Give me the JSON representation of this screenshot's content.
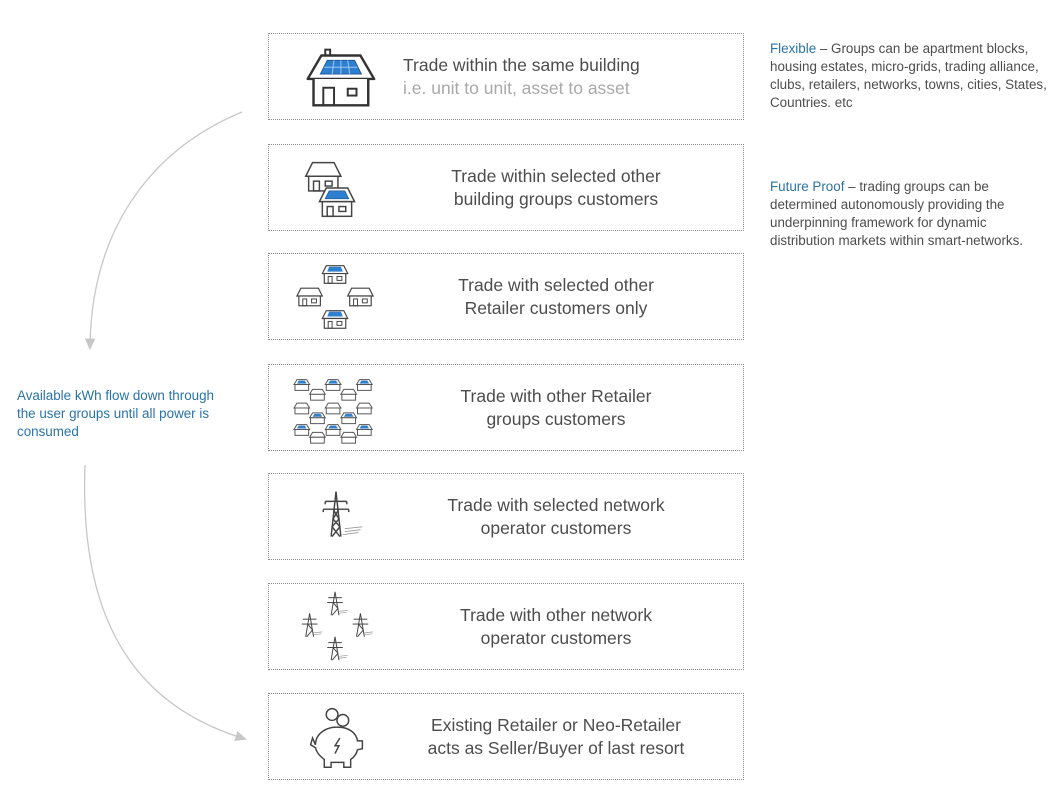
{
  "tiers": [
    {
      "title": "Trade within the same building",
      "subtitle": "i.e. unit to unit, asset to asset"
    },
    {
      "line1": "Trade within selected other",
      "line2": "building groups customers"
    },
    {
      "line1": "Trade with selected other",
      "line2": "Retailer customers only"
    },
    {
      "line1": "Trade with other Retailer",
      "line2": "groups customers"
    },
    {
      "line1": "Trade with selected network",
      "line2": "operator customers"
    },
    {
      "line1": "Trade with other network",
      "line2": "operator customers"
    },
    {
      "line1": "Existing Retailer or Neo-Retailer",
      "line2": "acts as Seller/Buyer of last resort"
    }
  ],
  "notes": {
    "flexible": {
      "label": "Flexible",
      "text": " – Groups can be apartment blocks, housing estates, micro-grids, trading alliance, clubs, retailers, networks, towns, cities, States, Countries. etc"
    },
    "future_proof": {
      "label": "Future Proof",
      "text": " – trading groups can be determined autonomously providing the underpinning framework for dynamic distribution markets within smart-networks."
    },
    "flow": "Available kWh flow down through the user groups until all power is consumed"
  },
  "colors": {
    "accent": "#2a73a8",
    "text": "#4d4d4d",
    "muted": "#a9a9a9",
    "solar": "#2f7fd0",
    "border": "#8a8a8a"
  },
  "icons": [
    "house-solar-icon",
    "houses-icon",
    "house-cluster-icon",
    "house-grid-icon",
    "pylon-icon",
    "pylons-icon",
    "piggy-bank-icon"
  ]
}
